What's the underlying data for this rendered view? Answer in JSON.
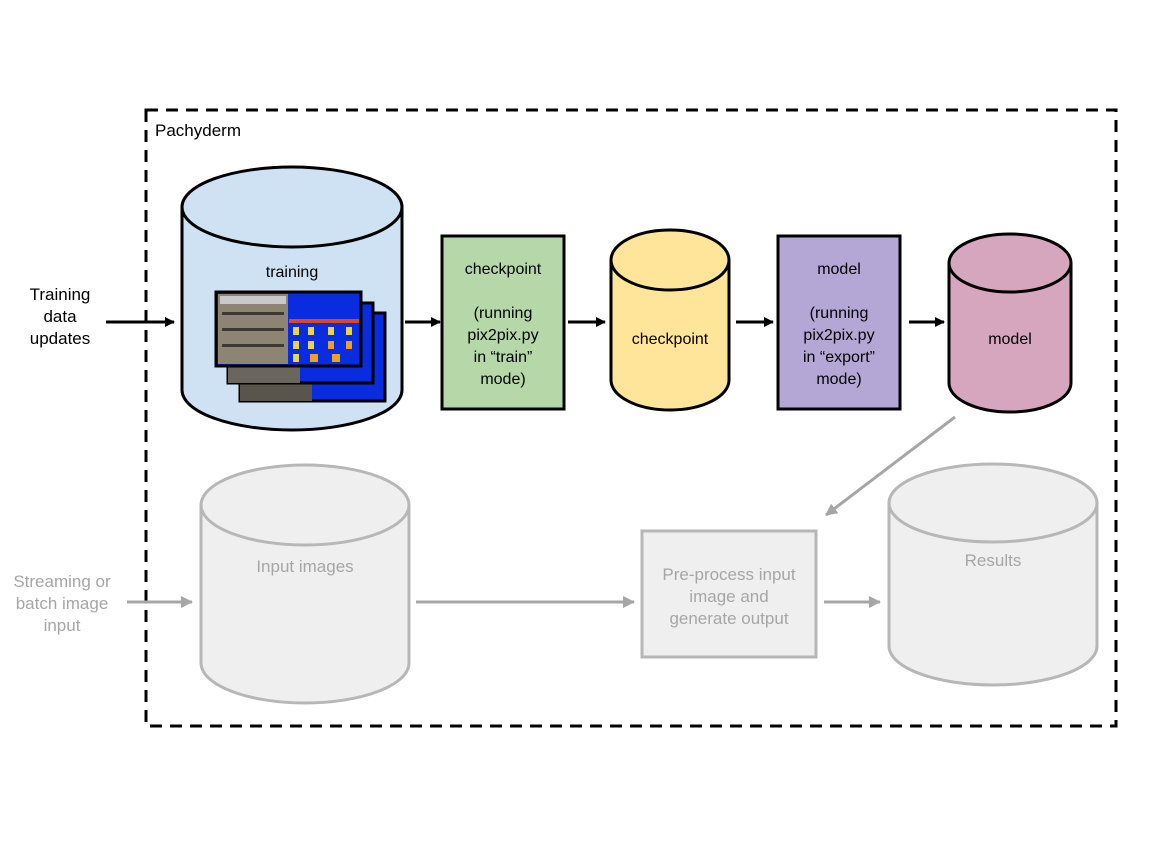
{
  "container": {
    "label": "Pachyderm"
  },
  "colors": {
    "training_fill": "#cfe2f3",
    "checkpoint_job_fill": "#b6d7a8",
    "checkpoint_repo_fill": "#ffe599",
    "model_job_fill": "#b4a7d6",
    "model_repo_fill": "#d5a6bd",
    "inactive_fill": "#efefef",
    "inactive_stroke": "#b7b7b7",
    "inactive_text": "#a6a6a6"
  },
  "external_inputs": {
    "training": [
      "Training",
      "data",
      "updates"
    ],
    "streaming": [
      "Streaming or",
      "batch image",
      "input"
    ]
  },
  "nodes": {
    "training_repo": {
      "label": "training",
      "type": "repo"
    },
    "checkpoint_job": {
      "lines": [
        "checkpoint",
        "",
        "(running",
        "pix2pix.py",
        "in “train”",
        "mode)"
      ],
      "type": "pipeline"
    },
    "checkpoint_repo": {
      "label": "checkpoint",
      "type": "repo"
    },
    "model_job": {
      "lines": [
        "model",
        "",
        "(running",
        "pix2pix.py",
        "in “export”",
        "mode)"
      ],
      "type": "pipeline"
    },
    "model_repo": {
      "label": "model",
      "type": "repo"
    },
    "input_images_repo": {
      "label": "Input images",
      "type": "repo",
      "inactive": true
    },
    "preprocess_job": {
      "lines": [
        "Pre-process input",
        "image and",
        "generate output"
      ],
      "type": "pipeline",
      "inactive": true
    },
    "results_repo": {
      "label": "Results",
      "type": "repo",
      "inactive": true
    }
  },
  "training_image_stack": {
    "count": 3,
    "description": "facade photo paired with label map"
  }
}
